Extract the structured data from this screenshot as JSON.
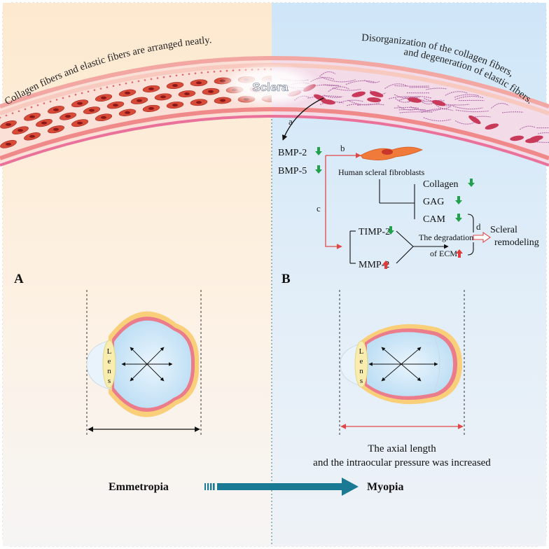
{
  "top": {
    "left_caption": "Collagen fibers and elastic fibers are arranged neatly.",
    "right_caption_line1": "Disorganization of the collagen fibers,",
    "right_caption_line2": "and degeneration of elastic fibers.",
    "sclera_label": "Sclera"
  },
  "pathway": {
    "a": "a",
    "b": "b",
    "c": "c",
    "d": "d",
    "bmp2": "BMP-2",
    "bmp5": "BMP-5",
    "fibroblast_label": "Human scleral fibroblasts",
    "collagen": "Collagen",
    "gag": "GAG",
    "cam": "CAM",
    "timp2": "TIMP-2",
    "mmp2": "MMP-2",
    "degradation_line1": "The degradation",
    "degradation_line2": "of ECM",
    "remodel_line1": "Scleral",
    "remodel_line2": "remodeling",
    "arrow_down_color": "#21a24a",
    "arrow_up_color": "#e23a3a",
    "pathway_line_color": "#e04848"
  },
  "panels": {
    "a_label": "A",
    "b_label": "B"
  },
  "eyes": {
    "lens_letters": [
      "L",
      "e",
      "n",
      "s"
    ],
    "axial_line1": "The axial length",
    "axial_line2": "and the intraocular pressure was increased"
  },
  "bottom": {
    "emmetropia": "Emmetropia",
    "myopia": "Myopia",
    "transition_color": "#1b7a93"
  }
}
